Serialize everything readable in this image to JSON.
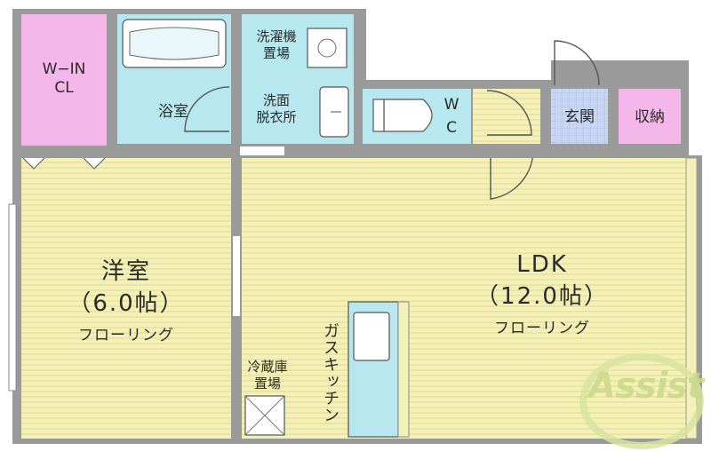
{
  "rooms": {
    "walk_in_closet": "W−IN\nCL",
    "bathroom": "浴室",
    "washer_space": "洗濯機\n置場",
    "washroom": "洗面\n脱衣所",
    "toilet_w": "W",
    "toilet_c": "C",
    "entrance": "玄関",
    "storage": "収納",
    "western_room": "洋室",
    "western_room_size": "（6.0帖）",
    "western_room_floor": "フローリング",
    "ldk": "LDK",
    "ldk_size": "（12.0帖）",
    "ldk_floor": "フローリング",
    "fridge_space": "冷蔵庫\n置場",
    "gas_kitchen": "ガスキッチン"
  },
  "logo": {
    "text": "Assist"
  },
  "colors": {
    "wall": "#8a8a8a",
    "floor": "#f3f0b8",
    "floor_line": "#e4d98f",
    "water_area": "#b7e8f0",
    "closet": "#f5b6e9",
    "entrance_tile": "#c9d6f2",
    "logo": "#c9d98a"
  }
}
